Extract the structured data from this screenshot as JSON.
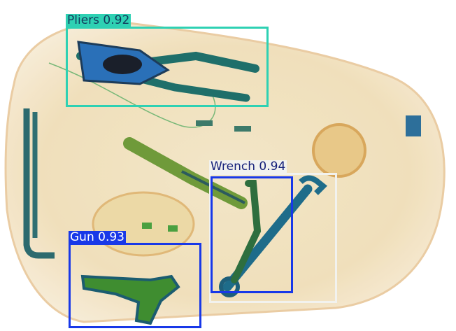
{
  "detections": [
    {
      "label": "Pliers 0.92",
      "color": "#2ed1b3",
      "text_color": "#123a5c"
    },
    {
      "label": "Wrench 0.94",
      "color": "#f2f2ee",
      "text_color": "#15207a"
    },
    {
      "label": "Gun 0.93",
      "color": "#1838e8",
      "text_color": "#ffffff"
    }
  ]
}
